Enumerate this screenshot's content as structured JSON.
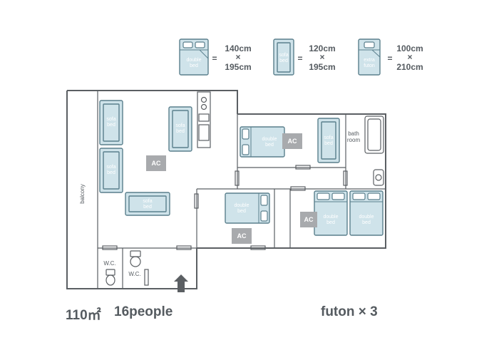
{
  "legend": [
    {
      "label": "double\nbed",
      "width": "140cm",
      "times": "×",
      "length": "195cm"
    },
    {
      "label": "sofa\nbed",
      "width": "120cm",
      "times": "×",
      "length": "195cm"
    },
    {
      "label": "extra\nfuton",
      "width": "100cm",
      "times": "×",
      "length": "210cm"
    }
  ],
  "legend_equals": "=",
  "rooms": {
    "balcony": "balcony",
    "bath": "bath\nroom",
    "wc_left": "W.C.",
    "wc_right": "W.C."
  },
  "beds": {
    "sofa": "sofa\nbed",
    "double": "double\nbed"
  },
  "ac_label": "AC",
  "footer": {
    "area": "110㎡",
    "people": "16people",
    "futon": "futon × 3"
  },
  "colors": {
    "bed_fill": "#cfe3ea",
    "bed_stroke": "#5a7f8c",
    "wall": "#5b5f63",
    "ac_fill": "#a8aaad",
    "text_dark": "#555b60"
  }
}
